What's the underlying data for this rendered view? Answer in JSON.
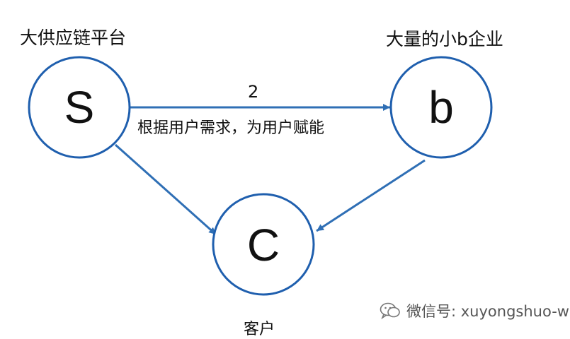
{
  "nodes": {
    "s": {
      "letter": "S",
      "label": "大供应链平台"
    },
    "b": {
      "letter": "b",
      "label": "大量的小b企业"
    },
    "c": {
      "letter": "C",
      "label": "客户"
    }
  },
  "edges": {
    "s_to_b": {
      "number": "2",
      "text": "根据用户需求，为用户赋能"
    }
  },
  "watermark": {
    "text": "微信号: xuyongshuo-work",
    "icon": "wechat-icon"
  },
  "colors": {
    "node_stroke": "#1f5fae",
    "arrow": "#2f6fb5",
    "text": "#111111"
  }
}
